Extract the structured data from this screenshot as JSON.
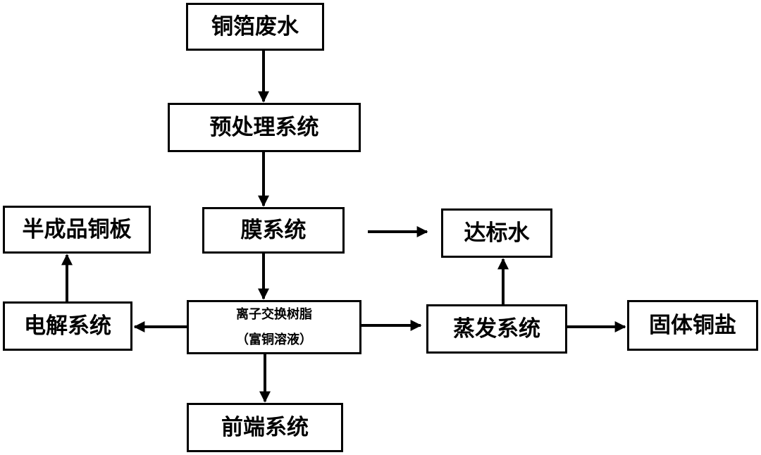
{
  "nodes": {
    "wastewater": "铜箔废水",
    "pretreatment": "预处理系统",
    "membrane": "膜系统",
    "compliant_water": "达标水",
    "semi_finished_copper_plate": "半成品铜板",
    "electrolysis": "电解系统",
    "ion_exchange": {
      "line1": "离子交换树脂",
      "line2": "（富铜溶液）"
    },
    "evaporation": "蒸发系统",
    "solid_copper_salt": "固体铜盐",
    "front_end": "前端系统"
  },
  "edges": [
    {
      "from": "wastewater",
      "to": "pretreatment"
    },
    {
      "from": "pretreatment",
      "to": "membrane"
    },
    {
      "from": "membrane",
      "to": "compliant_water"
    },
    {
      "from": "membrane",
      "to": "ion_exchange"
    },
    {
      "from": "ion_exchange",
      "to": "electrolysis"
    },
    {
      "from": "electrolysis",
      "to": "semi_finished_copper_plate"
    },
    {
      "from": "ion_exchange",
      "to": "evaporation"
    },
    {
      "from": "evaporation",
      "to": "compliant_water"
    },
    {
      "from": "evaporation",
      "to": "solid_copper_salt"
    },
    {
      "from": "ion_exchange",
      "to": "front_end"
    }
  ],
  "colors": {
    "stroke": "#000000",
    "background": "#ffffff",
    "text": "#000000"
  }
}
